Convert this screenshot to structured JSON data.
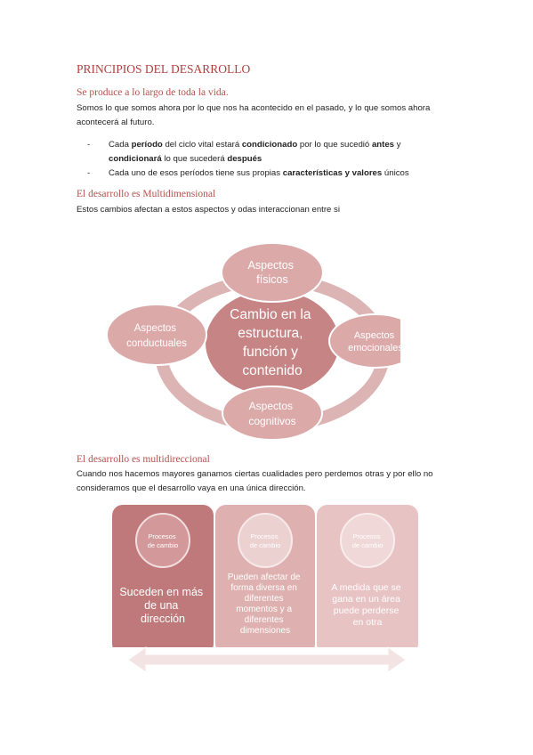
{
  "title": "PRINCIPIOS DEL DESARROLLO",
  "section1": {
    "heading": "Se produce a lo largo de toda la vida.",
    "line1": "Somos lo que somos ahora por lo que nos ha acontecido en el pasado, y lo que somos ahora",
    "line2": "acontecerá al futuro.",
    "bullets": [
      {
        "dash": "-",
        "p1": "Cada ",
        "b1": "período",
        "p2": " del ciclo vital estará ",
        "b2": "condicionado",
        "p3": " por lo que sucedió ",
        "b3": "antes",
        "p4": " y",
        "l2b1": "condicionará",
        "l2p1": " lo que sucederá ",
        "l2b2": "después"
      },
      {
        "dash": "-",
        "p1": "Cada uno de esos períodos tiene sus propias ",
        "b1": "características y valores",
        "p2": " únicos"
      }
    ]
  },
  "section2": {
    "heading": "El desarrollo es Multidimensional",
    "line1": "Estos cambios afectan a estos aspectos y odas interaccionan entre si",
    "center": [
      "Cambio en la",
      "estructura,",
      "función y",
      "contenido"
    ],
    "top": [
      "Aspectos",
      "físicos"
    ],
    "right": [
      "Aspectos",
      "emocionales"
    ],
    "bottom": [
      "Aspectos",
      "cognitivos"
    ],
    "left": [
      "Aspectos",
      "conductuales"
    ]
  },
  "section3": {
    "heading": "El desarrollo es multidireccional",
    "line1": "Cuando nos hacemos mayores ganamos ciertas cualidades pero perdemos otras y por ello no",
    "line2": "consideramos que el desarrollo vaya en una única dirección.",
    "panels": [
      {
        "badge": [
          "Procesos",
          "de cambio"
        ],
        "text": [
          "Suceden en más",
          "de una",
          "dirección"
        ]
      },
      {
        "badge": [
          "Procesos",
          "de cambio"
        ],
        "text": [
          "Pueden afectar de",
          "forma diversa en",
          "diferentes",
          "momentos y a",
          "diferentes",
          "dimensiones"
        ]
      },
      {
        "badge": [
          "Procesos",
          "de cambio"
        ],
        "text": [
          "A medida que se",
          "gana en un área",
          "puede perderse",
          "en otra"
        ]
      }
    ]
  },
  "colors": {
    "heading": "#b0403f",
    "panel1": "#c0797a",
    "panel2": "#deb0b0",
    "panel3": "#e7c3c3",
    "circle": "#dcaaa9",
    "center": "#c98384"
  }
}
